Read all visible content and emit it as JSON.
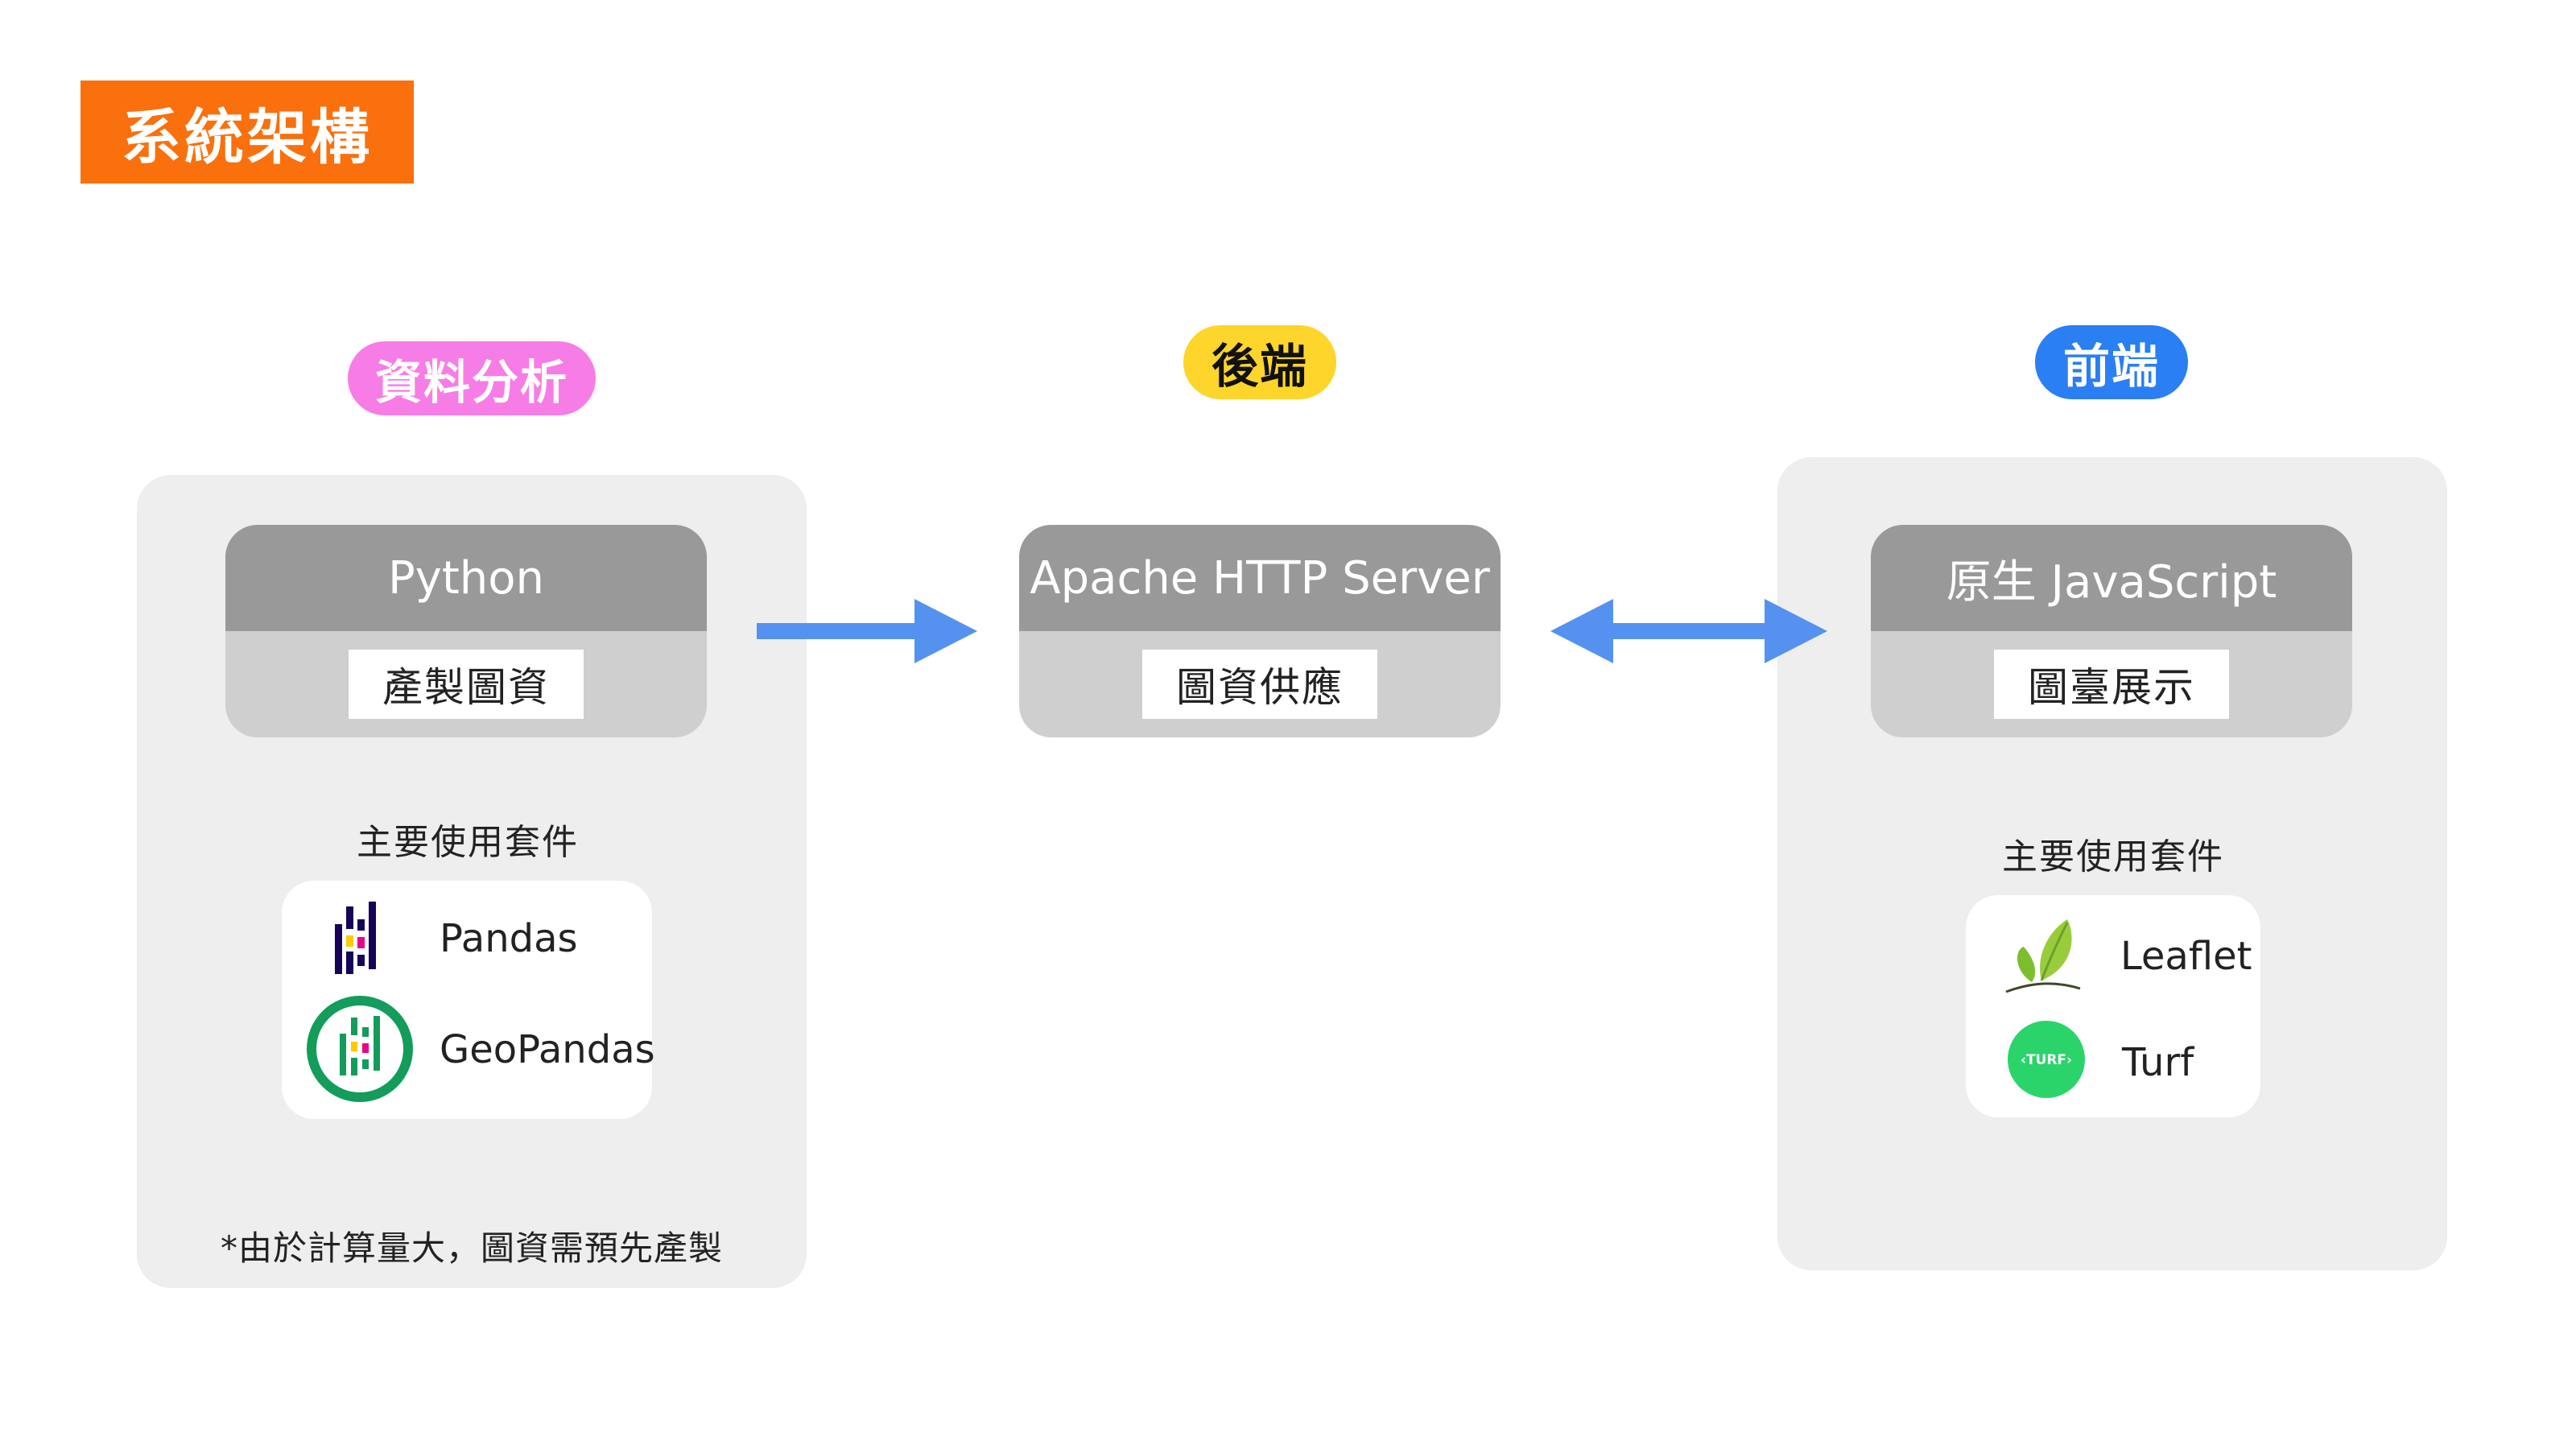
{
  "title": "系統架構",
  "sections": {
    "data_analysis": {
      "label": "資料分析"
    },
    "backend": {
      "label": "後端"
    },
    "frontend": {
      "label": "前端"
    }
  },
  "cards": {
    "python": {
      "title": "Python",
      "role": "產製圖資"
    },
    "apache": {
      "title": "Apache HTTP Server",
      "role": "圖資供應"
    },
    "javascript": {
      "title": "原生 JavaScript",
      "role": "圖臺展示"
    }
  },
  "packages": {
    "heading": "主要使用套件",
    "left": [
      {
        "name": "Pandas",
        "icon": "pandas-icon"
      },
      {
        "name": "GeoPandas",
        "icon": "geopandas-icon"
      }
    ],
    "right": [
      {
        "name": "Leaflet",
        "icon": "leaflet-icon"
      },
      {
        "name": "Turf",
        "icon": "turf-icon"
      }
    ]
  },
  "icon_text": {
    "turf": "‹TURF›"
  },
  "footnote": "*由於計算量大，圖資需預先產製",
  "colors": {
    "title_bg": "#f9700d",
    "data_pill": "#f77de6",
    "backend_pill": "#fed52a",
    "frontend_pill": "#2a7ff2",
    "arrow": "#5592f0",
    "panel": "#eeeeee",
    "card_header": "#999999",
    "card_body": "#cfcfcf"
  }
}
